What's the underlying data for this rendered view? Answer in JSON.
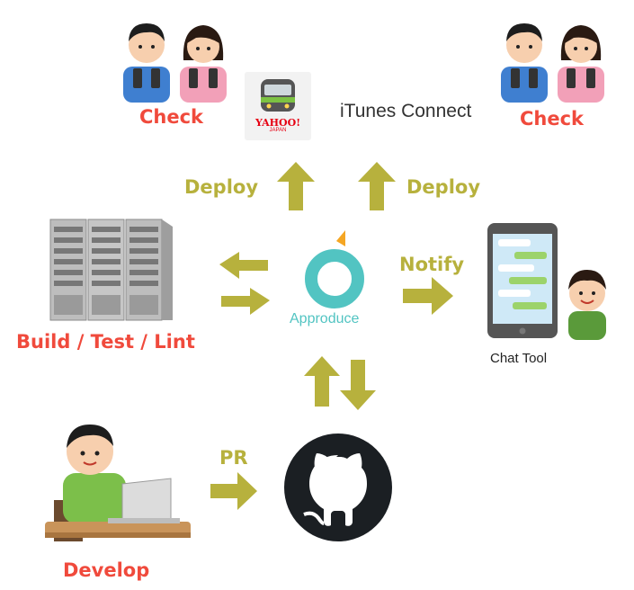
{
  "labels": {
    "check_left": "Check",
    "check_right": "Check",
    "itunes": "iTunes Connect",
    "deploy_left": "Deploy",
    "deploy_right": "Deploy",
    "notify": "Notify",
    "approduce": "Approduce",
    "build": "Build / Test / Lint",
    "chat_tool": "Chat Tool",
    "pr": "PR",
    "develop": "Develop"
  },
  "yahoo_logo": {
    "brand": "YAHOO!",
    "sub": "JAPAN"
  },
  "icons": [
    "users-checking-phones-icon",
    "yahoo-japan-train-logo",
    "server-rack-icon",
    "approduce-logo",
    "chat-phone-icon",
    "developer-laptop-icon",
    "github-octocat-icon"
  ],
  "colors": {
    "accent_red": "#f04a3c",
    "arrow_olive": "#b7b13d",
    "approduce_teal": "#52c4c2",
    "approduce_orange": "#f5a623"
  }
}
